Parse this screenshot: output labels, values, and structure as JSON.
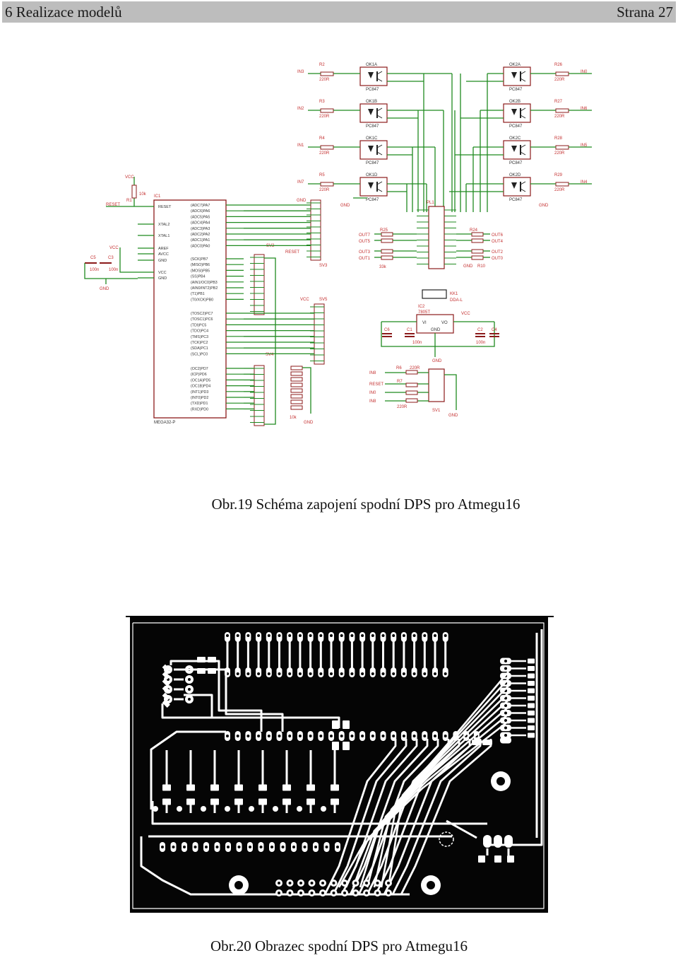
{
  "header": {
    "chapter": "6 Realizace modelů",
    "page": "Strana 27"
  },
  "figure1": {
    "caption": "Obr.19 Schéma zapojení spodní DPS pro Atmegu16",
    "optocouplers_left": [
      {
        "name": "OK1A",
        "part": "PC847",
        "in": "IN3",
        "r": "R2",
        "rv": "220R"
      },
      {
        "name": "OK1B",
        "part": "PC847",
        "in": "IN2",
        "r": "R3",
        "rv": "220R"
      },
      {
        "name": "OK1C",
        "part": "PC847",
        "in": "IN1",
        "r": "R4",
        "rv": "220R"
      },
      {
        "name": "OK1D",
        "part": "PC847",
        "in": "IN7",
        "r": "R5",
        "rv": "220R"
      }
    ],
    "optocouplers_right": [
      {
        "name": "OK2A",
        "part": "PC847",
        "in": "IN0",
        "r": "R26",
        "rv": "220R"
      },
      {
        "name": "OK2B",
        "part": "PC847",
        "in": "IN6",
        "r": "R27",
        "rv": "220R"
      },
      {
        "name": "OK2C",
        "part": "PC847",
        "in": "IN5",
        "r": "R28",
        "rv": "220R"
      },
      {
        "name": "OK2D",
        "part": "PC847",
        "in": "IN4",
        "r": "R29",
        "rv": "220R"
      }
    ],
    "mcu": {
      "name": "IC1",
      "part": "MEGA32-P",
      "left_pins": [
        "RESET",
        "XTAL2",
        "XTAL1",
        "AREF",
        "AVCC",
        "GND",
        "VCC",
        "GND"
      ],
      "right_pins_a": [
        "(ADC7)PA7",
        "(ADC6)PA6",
        "(ADC5)PA5",
        "(ADC4)PA4",
        "(ADC3)PA3",
        "(ADC2)PA2",
        "(ADC1)PA1",
        "(ADC0)PA0"
      ],
      "right_pins_b": [
        "(SCK)PB7",
        "(MISO)PB6",
        "(MOSI)PB5",
        "(SS)PB4",
        "(AIN1/OC0)PB3",
        "(AIN0/INT2)PB2",
        "(T1)PB1",
        "(T0/XCK)PB0"
      ],
      "right_pins_c": [
        "(TOSC2)PC7",
        "(TOSC1)PC6",
        "(TDI)PC5",
        "(TDO)PC4",
        "(TMS)PC3",
        "(TCK)PC2",
        "(SDA)PC1",
        "(SCL)PC0"
      ],
      "right_pins_d": [
        "(OC2)PD7",
        "(ICP)PD6",
        "(OC1A)PD5",
        "(OC1B)PD4",
        "(INT1)PD3",
        "(INT0)PD2",
        "(TXD)PD1",
        "(RXD)PD0"
      ]
    },
    "labels": {
      "vcc": "VCC",
      "gnd": "GND",
      "reset": "RESET",
      "r1": "R1",
      "r1v": "10k",
      "c5": "C5",
      "c3": "C3",
      "c100n": "100n",
      "sv1": "SV1",
      "sv2": "SV2",
      "sv3": "SV3",
      "sv4": "SV4",
      "sv5": "SV5",
      "pl1": "PL1",
      "ic2": "IC2",
      "ic2part": "7805T",
      "kk1": "KK1",
      "kk1part": "DDA-L",
      "vi": "VI",
      "vo": "VO",
      "c1": "C1",
      "c2": "C2",
      "c4": "C4",
      "c6": "C6",
      "r24": "R24",
      "r25": "R25",
      "r10": "R10",
      "r6": "R6",
      "r7": "R7",
      "r33k": "33k",
      "r10k": "10k",
      "r220": "220R"
    },
    "out_labels": [
      "OUT7",
      "OUT5",
      "OUT3",
      "OUT1",
      "OUT6",
      "OUT4",
      "OUT2",
      "OUT0"
    ],
    "sv1_labels": [
      "IN8",
      "RESET",
      "IN0",
      "IN8"
    ]
  },
  "figure2": {
    "caption": "Obr.20 Obrazec spodní DPS pro Atmegu16"
  }
}
